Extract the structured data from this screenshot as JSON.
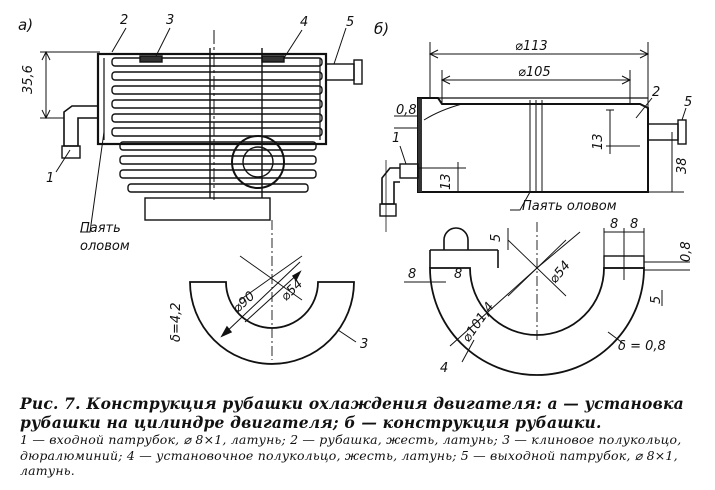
{
  "panels": {
    "a": "а)",
    "b": "б)"
  },
  "callouts_a": [
    "1",
    "2",
    "3",
    "4",
    "5"
  ],
  "callouts_b": [
    "1",
    "2",
    "5"
  ],
  "dims_a": {
    "height": "35,6",
    "solder_1": "Паять",
    "solder_2": "оловом",
    "d_outer": "⌀90",
    "d_inner": "⌀54",
    "thickness": "δ=4,2",
    "ring": "3"
  },
  "dims_b": {
    "d_outer": "⌀113",
    "d_inner": "⌀105",
    "wall": "0,8",
    "h13_a": "13",
    "h13_b": "13",
    "h38": "38",
    "solder": "Паять оловом"
  },
  "dims_ring4": {
    "tab_h": "5",
    "tab_w1": "8",
    "tab_w2": "8",
    "w8_l": "8",
    "w8_r": "8",
    "slot_h": "0,8",
    "slot_d": "5",
    "d_big": "⌀101,4",
    "d_small": "⌀54",
    "thickness": "δ = 0,8",
    "ring": "4"
  },
  "caption": {
    "title": "Рис. 7. Конструкция рубашки охлаждения двигателя: а — установка рубашки на цилиндре двигателя; б — конструкция рубашки.",
    "legend": "1 — входной патрубок, ⌀ 8×1, латунь; 2 — рубашка, жесть, латунь; 3 — клиновое полукольцо, дюралюминий; 4 — установочное полукольцо, жесть, латунь; 5 — выходной патрубок, ⌀ 8×1, латунь."
  }
}
